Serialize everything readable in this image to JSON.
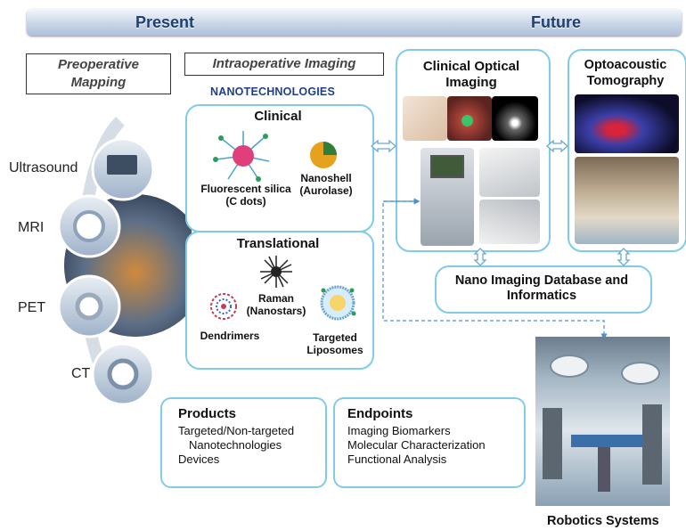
{
  "timeline": {
    "present": "Present",
    "future": "Future"
  },
  "preoperative": "Preoperative Mapping",
  "intraoperative": "Intraoperative Imaging",
  "nanotech_heading": "NANOTECHNOLOGIES",
  "modalities": [
    "Ultrasound",
    "MRI",
    "PET",
    "CT"
  ],
  "clinical": {
    "title": "Clinical",
    "fluorescent": "Fluorescent silica (C dots)",
    "nanoshell": "Nanoshell (Aurolase)"
  },
  "translational": {
    "title": "Translational",
    "raman": "Raman (Nanostars)",
    "dendrimers": "Dendrimers",
    "liposomes": "Targeted Liposomes"
  },
  "optical": {
    "title": "Clinical Optical Imaging"
  },
  "optoacoustic": {
    "title": "Optoacoustic Tomography"
  },
  "database": {
    "title": "Nano Imaging Database and Informatics"
  },
  "products": {
    "title": "Products",
    "items": [
      "Targeted/Non-targeted",
      "Nanotechnologies",
      "Devices"
    ]
  },
  "endpoints": {
    "title": "Endpoints",
    "items": [
      "Imaging Biomarkers",
      "Molecular Characterization",
      "Functional Analysis"
    ]
  },
  "robotics": "Robotics Systems",
  "colors": {
    "box_border": "#7fcce9",
    "heading_blue": "#1f3f8c",
    "arrow": "#4a90d0"
  }
}
